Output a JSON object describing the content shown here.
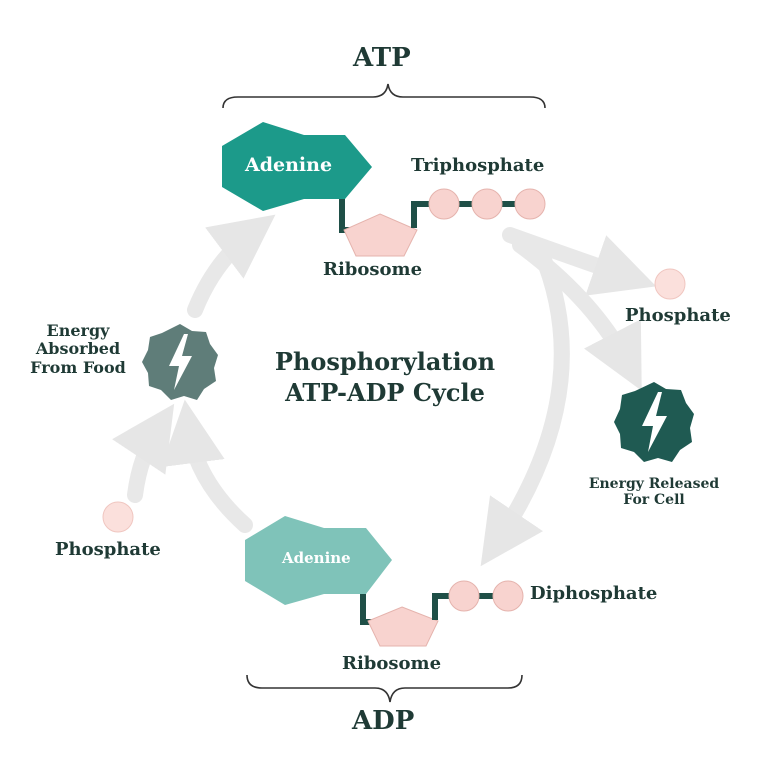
{
  "title": {
    "line1": "Phosphorylation",
    "line2": "ATP-ADP Cycle"
  },
  "atp": {
    "label": "ATP",
    "adenine": "Adenine",
    "phosphate_group": "Triphosphate",
    "sugar": "Ribosome"
  },
  "adp": {
    "label": "ADP",
    "adenine": "Adenine",
    "phosphate_group": "Diphosphate",
    "sugar": "Ribosome"
  },
  "released": {
    "phosphate": "Phosphate",
    "energy_line1": "Energy Released",
    "energy_line2": "For Cell"
  },
  "absorbed": {
    "energy_line1": "Energy",
    "energy_line2": "Absorbed",
    "energy_line3": "From Food",
    "phosphate": "Phosphate"
  },
  "colors": {
    "atp_adenine": "#1c9a8a",
    "adp_adenine": "#7fc3b9",
    "sugar": "#f8d3cf",
    "phosphate": "#f8d3cf",
    "bond": "#1f4f47",
    "arrow": "#e8e8e8",
    "energy_released": "#1f5a52",
    "energy_absorbed": "#5f7d79",
    "text": "#1f3a35"
  },
  "icons": [
    "lightning-bolt-icon",
    "lightning-bolt-icon"
  ]
}
